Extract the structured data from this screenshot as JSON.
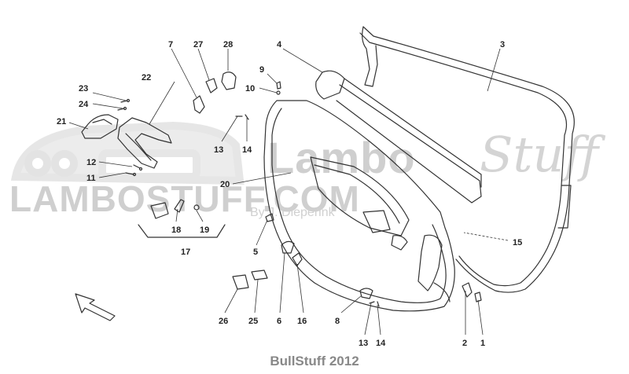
{
  "watermark": {
    "main": "LAMBOSTUFF.COM",
    "brand": "Lambo",
    "script": "Stuff",
    "byline": "By J. Dieperink"
  },
  "footer": "BullStuff 2012",
  "callouts": {
    "c1": "1",
    "c2": "2",
    "c3": "3",
    "c4": "4",
    "c5": "5",
    "c6": "6",
    "c7": "7",
    "c8": "8",
    "c9": "9",
    "c10": "10",
    "c11": "11",
    "c12": "12",
    "c13a": "13",
    "c13b": "13",
    "c14a": "14",
    "c14b": "14",
    "c15": "15",
    "c16": "16",
    "c17": "17",
    "c18": "18",
    "c19": "19",
    "c20": "20",
    "c21": "21",
    "c22": "22",
    "c23": "23",
    "c24": "24",
    "c25": "25",
    "c26": "26",
    "c27": "27",
    "c28": "28"
  }
}
